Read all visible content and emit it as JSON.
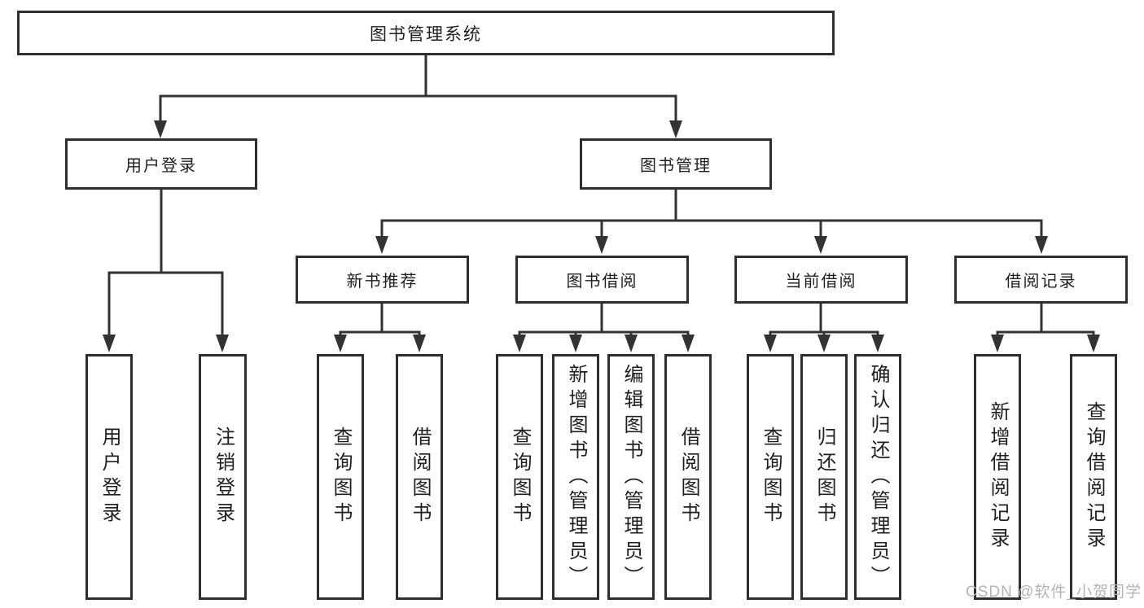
{
  "diagram": {
    "root": {
      "label": "图书管理系统"
    },
    "branches": [
      {
        "label": "用户登录",
        "children": [
          {
            "label": "用户登录"
          },
          {
            "label": "注销登录"
          }
        ]
      },
      {
        "label": "图书管理",
        "children": [
          {
            "label": "新书推荐",
            "children": [
              {
                "label": "查询图书"
              },
              {
                "label": "借阅图书"
              }
            ]
          },
          {
            "label": "图书借阅",
            "children": [
              {
                "label": "查询图书"
              },
              {
                "label": "新增图书（管理员）"
              },
              {
                "label": "编辑图书（管理员）"
              },
              {
                "label": "借阅图书"
              }
            ]
          },
          {
            "label": "当前借阅",
            "children": [
              {
                "label": "查询图书"
              },
              {
                "label": "归还图书"
              },
              {
                "label": "确认归还（管理员）"
              }
            ]
          },
          {
            "label": "借阅记录",
            "children": [
              {
                "label": "新增借阅记录"
              },
              {
                "label": "查询借阅记录"
              }
            ]
          }
        ]
      }
    ]
  },
  "watermark": {
    "text": "CSDN @软件_小贺同学"
  },
  "colors": {
    "line": "#333333",
    "box_border": "#2e2e2e",
    "text": "#1f1f1f",
    "watermark": "#b4b4b4",
    "background": "#ffffff"
  }
}
